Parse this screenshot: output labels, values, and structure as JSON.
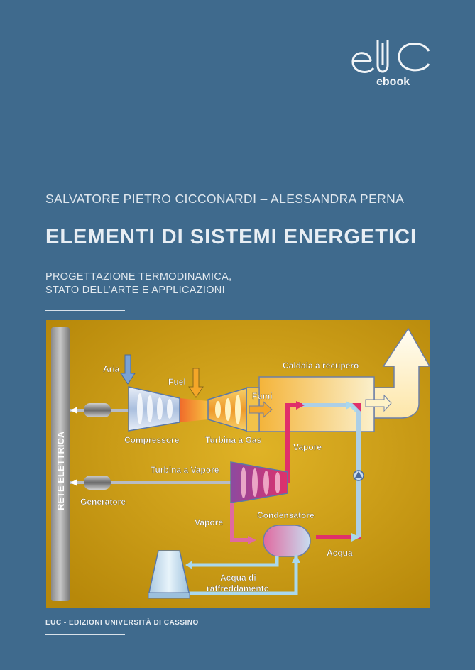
{
  "logo": {
    "text": "EUC",
    "subtext": "ebook"
  },
  "authors": "SALVATORE PIETRO CICCONARDI – ALESSANDRA PERNA",
  "title": "ELEMENTI DI SISTEMI ENERGETICI",
  "subtitle": {
    "line1": "PROGETTAZIONE TERMODINAMICA,",
    "line2": "STATO DELL’ARTE E APPLICAZIONI"
  },
  "diagram": {
    "labels": {
      "rete": "RETE ELETTRICA",
      "aria": "Aria",
      "fuel": "Fuel",
      "fumi": "Fumi",
      "caldaia": "Caldaia a recupero",
      "compressore": "Compressore",
      "turbina_gas": "Turbina a Gas",
      "vapore_top": "Vapore",
      "turbina_vapore": "Turbina a Vapore",
      "generatore": "Generatore",
      "condensatore": "Condensatore",
      "vapore_bottom": "Vapore",
      "acqua": "Acqua",
      "acqua_raff_1": "Acqua di",
      "acqua_raff_2": "raffreddamento"
    }
  },
  "publisher": "EUC - EDIZIONI UNIVERSITÀ DI CASSINO",
  "colors": {
    "background": "#3f6a8d",
    "diagram_bg": "#c89a0c",
    "hot": "#e0306a",
    "cold": "#a9d8ee"
  }
}
